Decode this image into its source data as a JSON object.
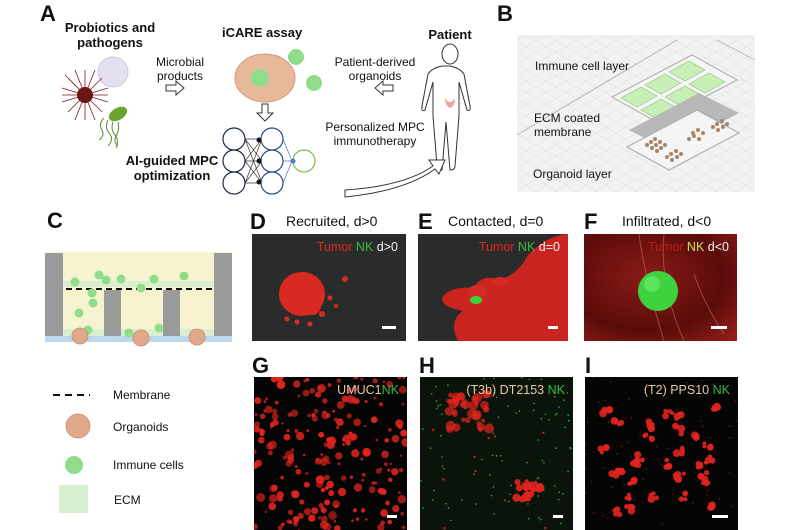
{
  "figure": {
    "panels": {
      "A": {
        "label": "A",
        "sources_title_line1": "Probiotics and",
        "sources_title_line2": "pathogens",
        "arrow1_line1": "Microbial",
        "arrow1_line2": "products",
        "assay_title": "iCARE assay",
        "patient_title": "Patient",
        "arrow2_line1": "Patient-derived",
        "arrow2_line2": "organoids",
        "ai_line1": "AI-guided MPC",
        "ai_line2": "optimization",
        "therapy_line1": "Personalized MPC",
        "therapy_line2": "immunotherapy"
      },
      "B": {
        "label": "B",
        "layer_top": "Immune cell layer",
        "layer_mid_line1": "ECM coated",
        "layer_mid_line2": "membrane",
        "layer_bottom": "Organoid layer"
      },
      "C": {
        "label": "C",
        "legend": [
          {
            "icon": "dashed-line-icon",
            "label": "Membrane"
          },
          {
            "icon": "organoid-icon",
            "label": "Organoids"
          },
          {
            "icon": "immune-cell-icon",
            "label": "Immune cells"
          },
          {
            "icon": "ecm-swatch-icon",
            "label": "ECM"
          }
        ]
      },
      "D": {
        "label": "D",
        "title": "Recruited, d>0",
        "overlay": {
          "tumor": "Tumor",
          "nk": "NK",
          "d": "d>0"
        }
      },
      "E": {
        "label": "E",
        "title": "Contacted, d=0",
        "overlay": {
          "tumor": "Tumor",
          "nk": "NK",
          "d": "d=0"
        }
      },
      "F": {
        "label": "F",
        "title": "Infiltrated, d<0",
        "overlay": {
          "tumor": "Tumor",
          "nk": "NK",
          "d": "d<0"
        }
      },
      "G": {
        "label": "G",
        "overlay": {
          "sample": "UMUC1",
          "nk": "NK"
        }
      },
      "H": {
        "label": "H",
        "overlay": {
          "sample": "(T3b) DT2153",
          "nk": "NK"
        }
      },
      "I": {
        "label": "I",
        "overlay": {
          "sample": "(T2) PPS10",
          "nk": "NK"
        }
      }
    },
    "colors": {
      "tumor_red": "#e2241f",
      "nk_green": "#3dbb3d",
      "organoid_tan": "#e0a98a",
      "immune_green": "#8fdc8a",
      "ecm_green": "#d8efd2",
      "chamber_yellow": "#f8f3cf",
      "wall_gray": "#9a9a9a"
    }
  }
}
